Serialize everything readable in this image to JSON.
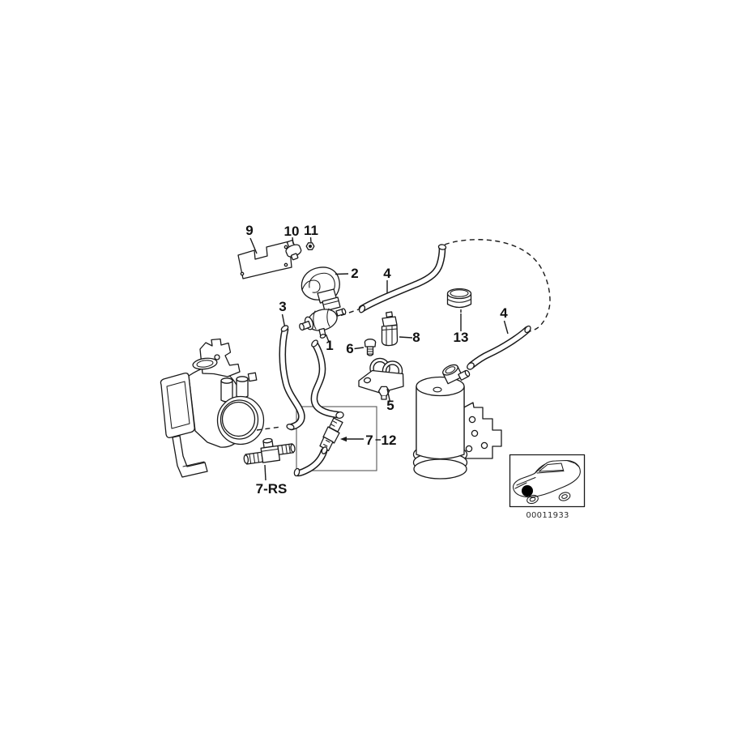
{
  "diagram": {
    "background_color": "#ffffff",
    "ink_color": "#1a1a1a",
    "callouts": [
      {
        "label": "9"
      },
      {
        "label": "10"
      },
      {
        "label": "11"
      },
      {
        "label": "2"
      },
      {
        "label": "4"
      },
      {
        "label": "3"
      },
      {
        "label": "1"
      },
      {
        "label": "6"
      },
      {
        "label": "8"
      },
      {
        "label": "13"
      },
      {
        "label": "4"
      },
      {
        "label": "7"
      },
      {
        "label": "12"
      },
      {
        "label": "5"
      },
      {
        "label": "7-RS"
      }
    ],
    "car_inset": {
      "code": "00011933",
      "location_dot_color": "#000000"
    }
  }
}
